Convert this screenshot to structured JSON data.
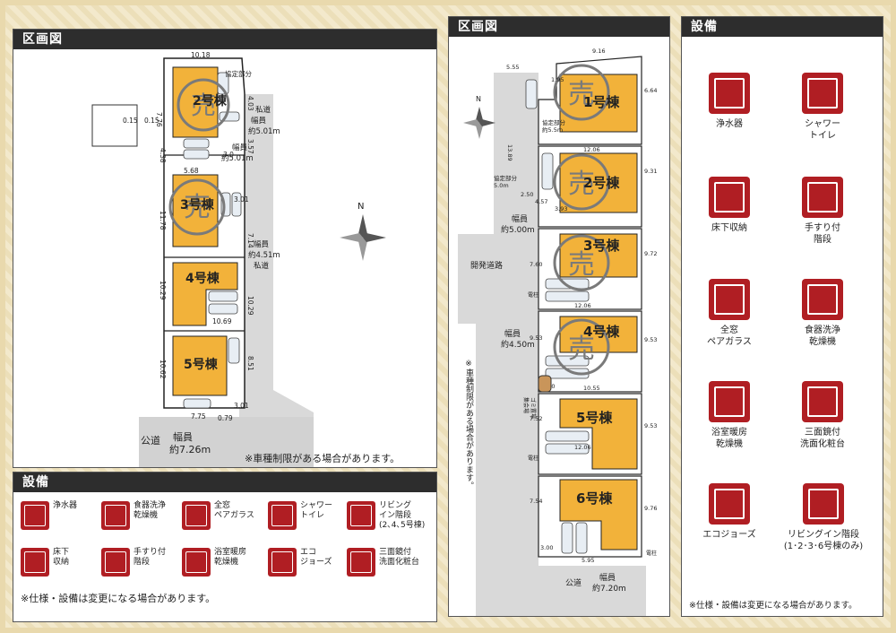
{
  "left": {
    "plan_title": "区画図",
    "houses": [
      "2号棟",
      "3号棟",
      "4号棟",
      "5号棟"
    ],
    "dims": [
      "10.18",
      "協定部分",
      "7.76",
      "4.03",
      "0.15",
      "0.15",
      "3.57",
      "3.0",
      "4.38",
      "5.68",
      "11.78",
      "3.01",
      "7.14",
      "10.29",
      "10.29",
      "10.69",
      "10.62",
      "8.51",
      "7.75",
      "0.79",
      "3.01"
    ],
    "roads": {
      "private1": "私道",
      "width1_label": "幅員",
      "width1": "約5.01m",
      "width2_label": "幅員",
      "width2": "約5.01m",
      "width3_label": "幅員",
      "width3": "約4.51m",
      "private2": "私道",
      "public": "公道",
      "width4_label": "幅員",
      "width4": "約7.26m"
    },
    "compass": "N",
    "restriction_note": "※車種制限がある場合があります。",
    "equip_title": "設備",
    "equipment": [
      {
        "label": "浄水器"
      },
      {
        "label": "食器洗浄\n乾燥機"
      },
      {
        "label": "全窓\nペアガラス"
      },
      {
        "label": "シャワー\nトイレ"
      },
      {
        "label": "リビング\nイン階段\n(2､4､5号棟)"
      },
      {
        "label": "床下\n収納"
      },
      {
        "label": "手すり付\n階段"
      },
      {
        "label": "浴室暖房\n乾燥機"
      },
      {
        "label": "エコ\nジョーズ"
      },
      {
        "label": "三面鏡付\n洗面化粧台"
      }
    ],
    "equip_note": "※仕様・設備は変更になる場合があります。"
  },
  "middle": {
    "plan_title": "区画図",
    "houses": [
      "1号棟",
      "2号棟",
      "3号棟",
      "4号棟",
      "5号棟",
      "6号棟"
    ],
    "dims": [
      "9.16",
      "5.55",
      "1.95",
      "6.64",
      "協定部分",
      "約5.5m",
      "12.06",
      "9.31",
      "協定部分",
      "5.0m",
      "2.50",
      "13.89",
      "4.57",
      "3.93",
      "9.72",
      "7.60",
      "12.06",
      "9.53",
      "9.53",
      "10.55",
      "1.50",
      "7.52",
      "9.53",
      "12.06",
      "7.54",
      "9.76",
      "3.00",
      "5.95"
    ],
    "compass": "N",
    "roads": {
      "width1_label": "幅員",
      "width1": "約5.00m",
      "dev": "開発道路",
      "width2_label": "幅員",
      "width2": "約4.50m",
      "pole1": "電柱",
      "pole2": "電柱",
      "pole3": "電柱",
      "public": "公道",
      "width3_label": "幅員",
      "width3": "約7.20m",
      "bldg": "集会場",
      "gomi": "ゴミ置場"
    },
    "restriction_note": "※車種制限がある場合があります。"
  },
  "right": {
    "equip_title": "設備",
    "equipment": [
      {
        "label": "浄水器"
      },
      {
        "label": "シャワー\nトイレ"
      },
      {
        "label": "床下収納"
      },
      {
        "label": "手すり付\n階段"
      },
      {
        "label": "全窓\nペアガラス"
      },
      {
        "label": "食器洗浄\n乾燥機"
      },
      {
        "label": "浴室暖房\n乾燥機"
      },
      {
        "label": "三面鏡付\n洗面化粧台"
      },
      {
        "label": "エコジョーズ"
      },
      {
        "label": "リビングイン階段\n(1･2･3･6号棟のみ)"
      }
    ],
    "equip_note": "※仕様・設備は変更になる場合があります。"
  },
  "sold_stamp": "売",
  "colors": {
    "house": "#f2b23a",
    "header": "#2d2d2d",
    "icon": "#b01e23",
    "road": "#d9d9d9",
    "stamp": "#7a7a7a"
  }
}
